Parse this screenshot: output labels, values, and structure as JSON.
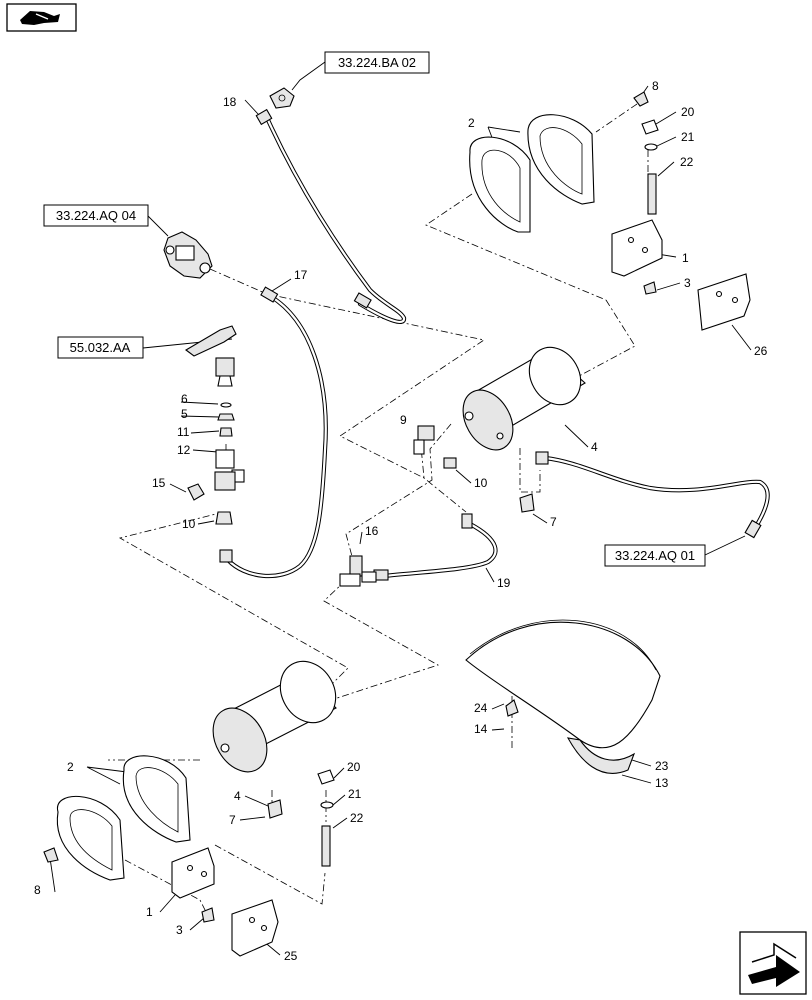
{
  "references": {
    "ref_ba02": "33.224.BA 02",
    "ref_aq04": "33.224.AQ 04",
    "ref_aa": "55.032.AA",
    "ref_aq01": "33.224.AQ 01"
  },
  "callouts": {
    "c18": "18",
    "c8a": "8",
    "c20a": "20",
    "c21a": "21",
    "c22a": "22",
    "c2a": "2",
    "c1a": "1",
    "c3a": "3",
    "c26": "26",
    "c17": "17",
    "c6": "6",
    "c5": "5",
    "c11": "11",
    "c12": "12",
    "c15": "15",
    "c10a": "10",
    "c9": "9",
    "c4a": "4",
    "c10b": "10",
    "c7a": "7",
    "c16": "16",
    "c19": "19",
    "c24": "24",
    "c14": "14",
    "c23": "23",
    "c13": "13",
    "c2b": "2",
    "c20b": "20",
    "c21b": "21",
    "c22b": "22",
    "c4b": "4",
    "c7b": "7",
    "c8b": "8",
    "c1b": "1",
    "c3b": "3",
    "c25": "25"
  },
  "icons": {
    "top_left": "catalog-section-icon",
    "bottom_right": "next-page-arrow-icon"
  }
}
